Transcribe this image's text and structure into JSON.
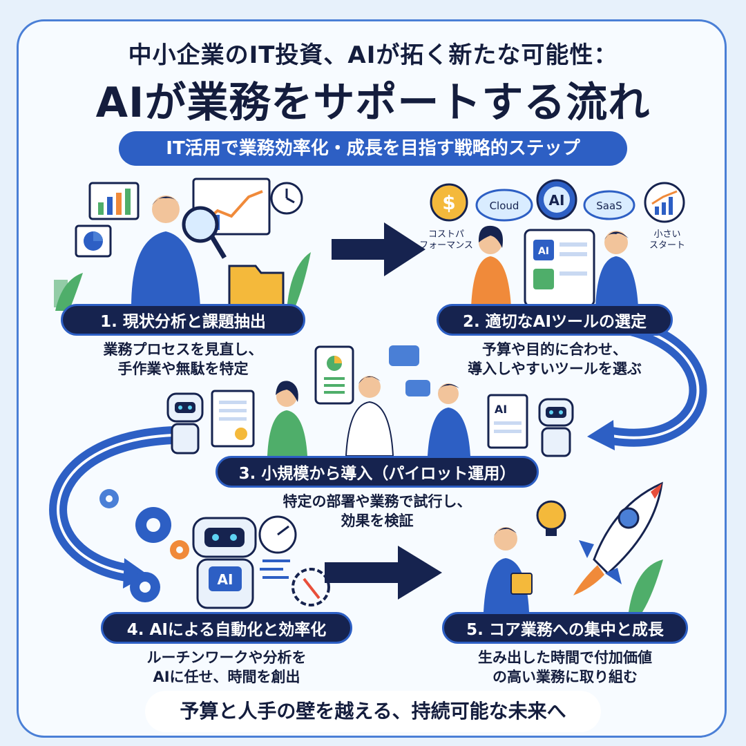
{
  "title": {
    "line1": "中小企業のIT投資、AIが拓く新たな可能性：",
    "line2": "AIが業務をサポートする流れ"
  },
  "subtitle": "IT活用で業務効率化・成長を目指す戦略的ステップ",
  "steps": [
    {
      "label": "1. 現状分析と課題抽出",
      "desc": [
        "業務プロセスを見直し、",
        "手作業や無駄を特定"
      ]
    },
    {
      "label": "2. 適切なAIツールの選定",
      "desc": [
        "予算や目的に合わせ、",
        "導入しやすいツールを選ぶ"
      ]
    },
    {
      "label": "3. 小規模から導入（パイロット運用）",
      "desc": [
        "特定の部署や業務で試行し、",
        "効果を検証"
      ]
    },
    {
      "label": "4. AIによる自動化と効率化",
      "desc": [
        "ルーチンワークや分析を",
        "AIに任せ、時間を創出"
      ]
    },
    {
      "label": "5. コア業務への集中と成長",
      "desc": [
        "生み出した時間で付加価値",
        "の高い業務に取り組む"
      ]
    }
  ],
  "step2_icons": {
    "cost": [
      "コストパ",
      "フォーマンス"
    ],
    "cloud": "Cloud",
    "ai": "AI",
    "saas": "SaaS",
    "small": [
      "小さい",
      "スタート"
    ],
    "dollar": "$",
    "tablet_ai": "AI"
  },
  "step3_icons": {
    "doc_ai": "AI"
  },
  "step4_icons": {
    "robot_ai": "AI"
  },
  "footer": "予算と人手の壁を越える、持続可能な未来へ",
  "colors": {
    "navy": "#16234f",
    "blue": "#2d5fc4",
    "light_blue": "#4a7fd6",
    "orange": "#f08a3a",
    "green": "#4fae6a",
    "background": "#e7f1fb"
  }
}
